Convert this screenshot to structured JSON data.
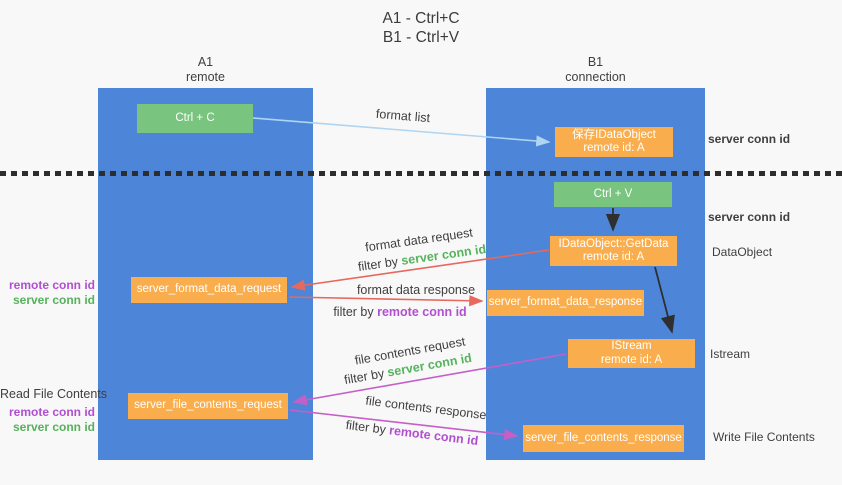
{
  "title": {
    "line1": "A1 - Ctrl+C",
    "line2": "B1 - Ctrl+V"
  },
  "lanes": {
    "a1": {
      "name": "A1",
      "subtitle": "remote"
    },
    "b1": {
      "name": "B1",
      "subtitle": "connection"
    }
  },
  "nodes": {
    "ctrl_c": {
      "label": "Ctrl + C"
    },
    "save_idataobject": {
      "line1": "保存IDataObject",
      "line2": "remote id: A"
    },
    "ctrl_v": {
      "label": "Ctrl + V"
    },
    "getdata": {
      "line1": "IDataObject::GetData",
      "line2": "remote id: A"
    },
    "server_format_data_request": {
      "label": "server_format_data_request"
    },
    "server_format_data_response": {
      "label": "server_format_data_response"
    },
    "istream": {
      "line1": "IStream",
      "line2": "remote id: A"
    },
    "server_file_contents_request": {
      "label": "server_file_contents_request"
    },
    "server_file_contents_response": {
      "label": "server_file_contents_response"
    }
  },
  "edges": {
    "format_list": "format list",
    "format_data_request": "format data request",
    "format_data_response": "format data response",
    "file_contents_request": "file contents request",
    "file_contents_response": "file contents response"
  },
  "terms": {
    "filter_by": "filter by",
    "server_conn_id": "server conn id",
    "remote_conn_id": "remote conn id"
  },
  "annotations": {
    "data_object": "DataObject",
    "istream": "Istream",
    "read_file_contents": "Read File Contents",
    "write_file_contents": "Write File Contents"
  },
  "colors": {
    "lane_blue": "#4d86d8",
    "node_green": "#79c47e",
    "node_orange": "#f9ad4d",
    "arrow_light_blue": "#aed5f2",
    "arrow_red": "#e7685d",
    "arrow_magenta": "#c55fc8",
    "arrow_black": "#2f2f2f",
    "text_green": "#56b25c",
    "text_purple": "#b14fd0",
    "background": "#f8f8f8"
  }
}
